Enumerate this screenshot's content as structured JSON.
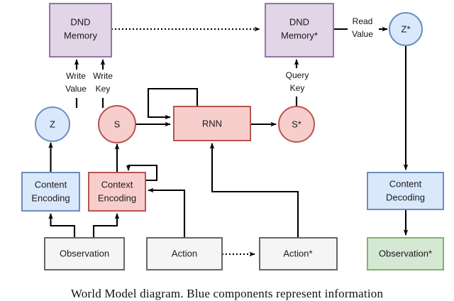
{
  "figure": {
    "title": "World Model diagram",
    "caption": "World Model diagram. Blue components represent information"
  },
  "colors": {
    "memory_fill": "#e1d5e7",
    "memory_stroke": "#9673a6",
    "content_fill": "#dae8fc",
    "content_stroke": "#6c8ebf",
    "context_fill": "#f8cecc",
    "context_stroke": "#b85450",
    "plain_fill": "#f5f5f5",
    "plain_stroke": "#666666",
    "observation_out_fill": "#d5e8d4",
    "observation_out_stroke": "#82b366",
    "edge": "#000000"
  },
  "nodes": {
    "dnd_memory": {
      "label_line1": "DND",
      "label_line2": "Memory"
    },
    "dnd_memory_star": {
      "label_line1": "DND",
      "label_line2": "Memory*"
    },
    "z": {
      "label": "Z"
    },
    "s": {
      "label": "S"
    },
    "rnn": {
      "label": "RNN"
    },
    "s_star": {
      "label": "S*"
    },
    "z_star": {
      "label": "Z*"
    },
    "content_encoding": {
      "label_line1": "Content",
      "label_line2": "Encoding"
    },
    "context_encoding": {
      "label_line1": "Context",
      "label_line2": "Encoding"
    },
    "content_decoding": {
      "label_line1": "Content",
      "label_line2": "Decoding"
    },
    "observation": {
      "label": "Observation"
    },
    "action": {
      "label": "Action"
    },
    "action_star": {
      "label": "Action*"
    },
    "observation_star": {
      "label": "Observation*"
    }
  },
  "edge_labels": {
    "write_value": {
      "line1": "Write",
      "line2": "Value"
    },
    "write_key": {
      "line1": "Write",
      "line2": "Key"
    },
    "query_key": {
      "line1": "Query",
      "line2": "Key"
    },
    "read_value": {
      "line1": "Read",
      "line2": "Value"
    }
  }
}
